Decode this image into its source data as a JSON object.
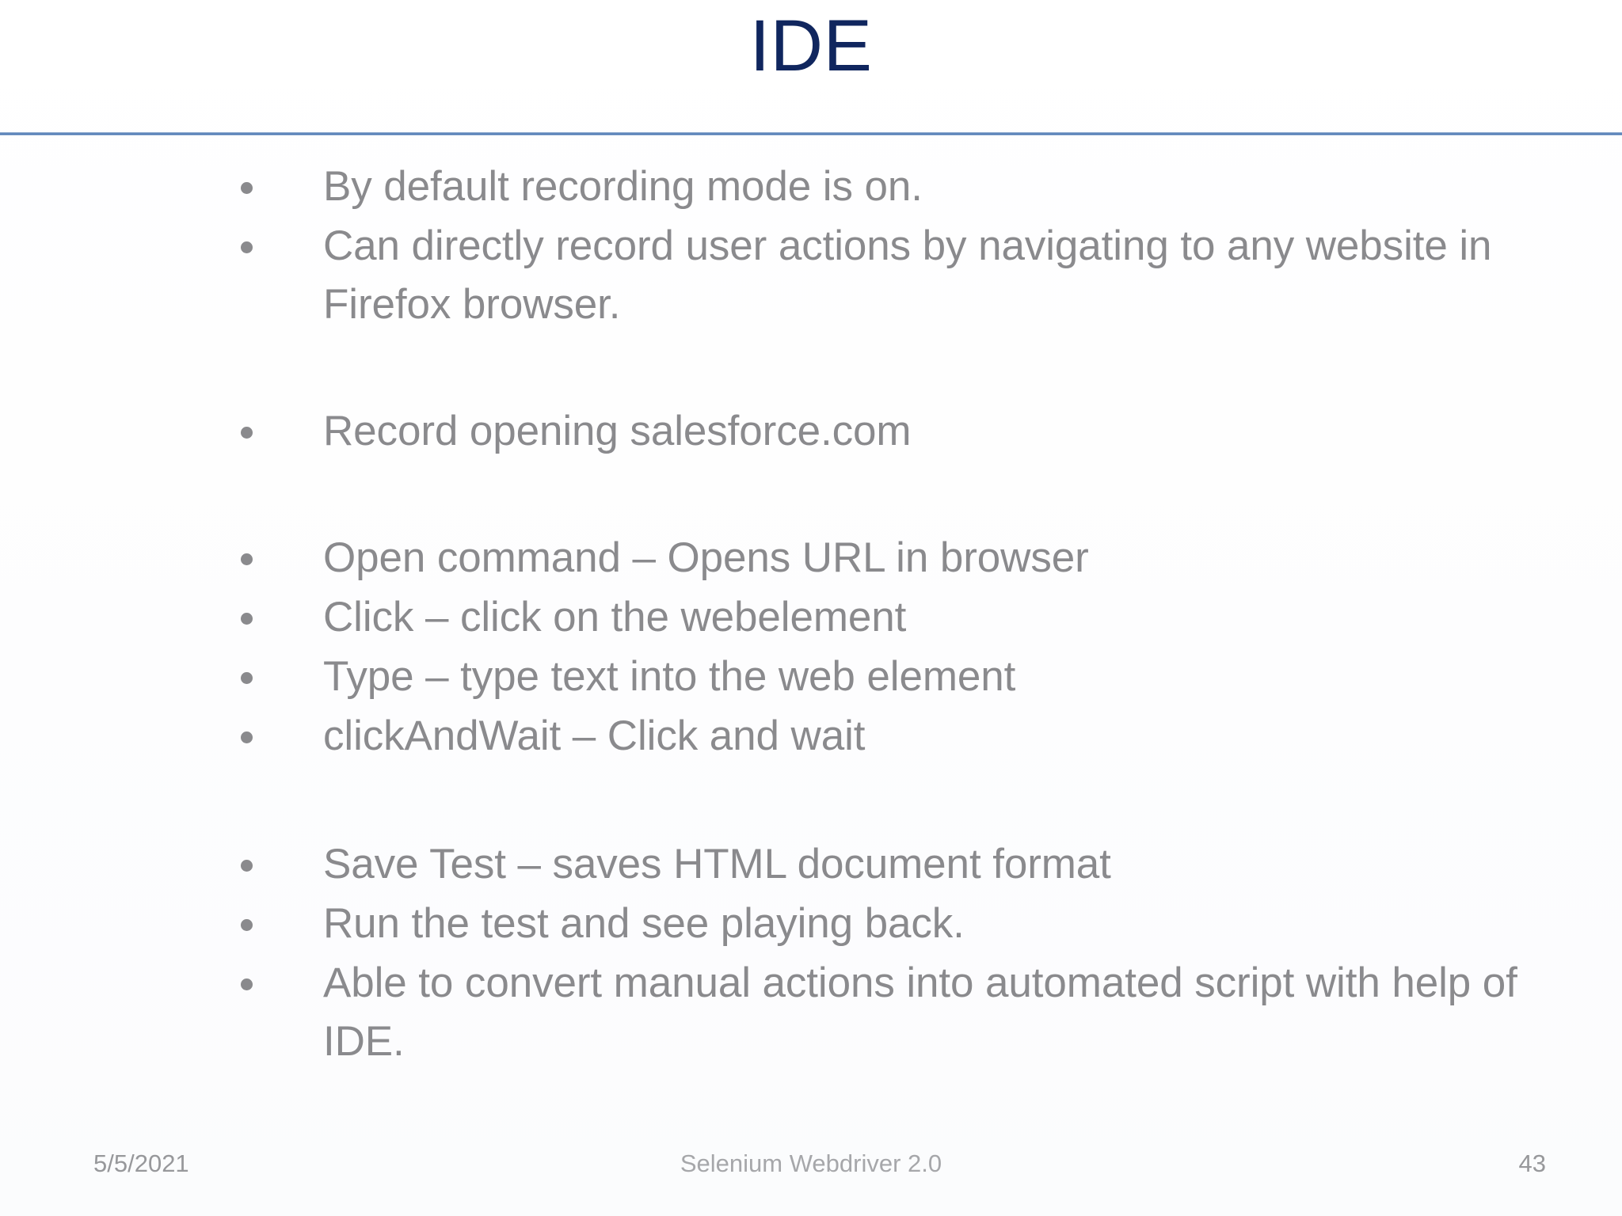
{
  "slide": {
    "title": "IDE",
    "title_color": "#10265e",
    "rule_color": "#5c84bb",
    "body_text_color": "#8a8a8d",
    "background_color": "#ffffff"
  },
  "bullets": [
    {
      "text": "By default recording mode is on.",
      "gap_before": false
    },
    {
      "text": "Can directly record user actions by navigating to any website in Firefox browser.",
      "gap_before": false
    },
    {
      "text": "Record opening salesforce.com",
      "gap_before": true
    },
    {
      "text": "Open command – Opens URL in browser",
      "gap_before": true
    },
    {
      "text": "Click – click on the webelement",
      "gap_before": false
    },
    {
      "text": "Type – type text into the web element",
      "gap_before": false
    },
    {
      "text": "clickAndWait – Click and wait",
      "gap_before": false
    },
    {
      "text": "Save Test – saves HTML document format",
      "gap_before": true
    },
    {
      "text": "Run the test and see playing back.",
      "gap_before": false
    },
    {
      "text": "Able to convert manual actions into automated script with help of IDE.",
      "gap_before": false
    }
  ],
  "footer": {
    "date": "5/5/2021",
    "center": "Selenium Webdriver 2.0",
    "page_number": "43"
  }
}
